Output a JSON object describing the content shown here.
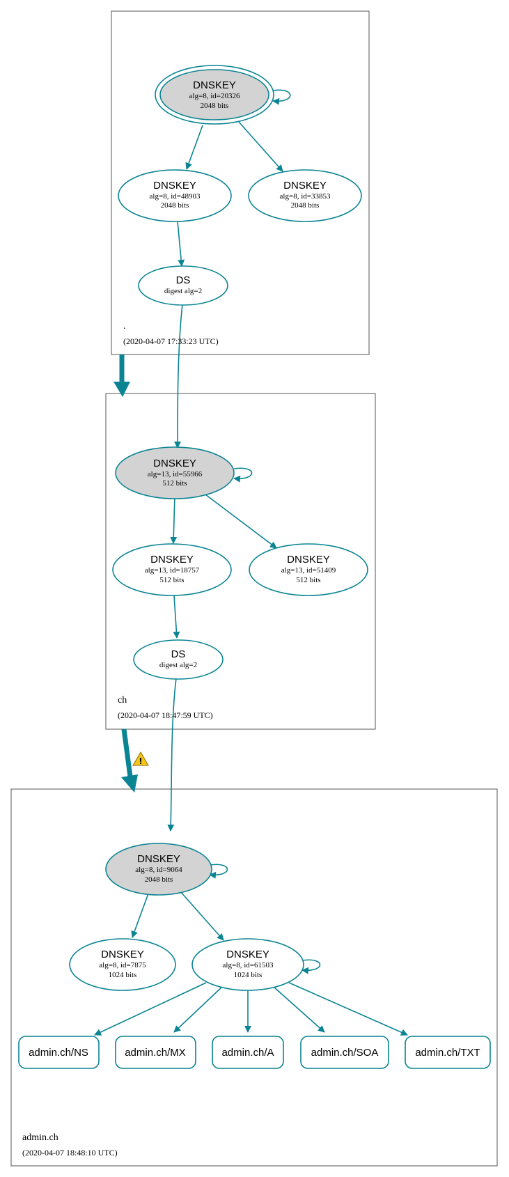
{
  "colors": {
    "edge": "#0a8493",
    "ksk_fill": "#d3d3d3",
    "node_fill": "#ffffff",
    "warning": "#f5c518"
  },
  "warning_icon": "warning-triangle-icon",
  "zones": [
    {
      "id": "root",
      "name": ".",
      "date": "(2020-04-07 17:33:23 UTC)",
      "nodes": [
        {
          "id": "r_ksk",
          "type": "DNSKEY",
          "line1": "alg=8, id=20326",
          "line2": "2048 bits",
          "ksk": true,
          "trust_anchor": true
        },
        {
          "id": "r_zsk1",
          "type": "DNSKEY",
          "line1": "alg=8, id=48903",
          "line2": "2048 bits"
        },
        {
          "id": "r_zsk2",
          "type": "DNSKEY",
          "line1": "alg=8, id=33853",
          "line2": "2048 bits"
        },
        {
          "id": "r_ds",
          "type": "DS",
          "line1": "digest alg=2",
          "line2": ""
        }
      ]
    },
    {
      "id": "ch",
      "name": "ch",
      "date": "(2020-04-07 18:47:59 UTC)",
      "nodes": [
        {
          "id": "c_ksk",
          "type": "DNSKEY",
          "line1": "alg=13, id=55966",
          "line2": "512 bits",
          "ksk": true
        },
        {
          "id": "c_zsk1",
          "type": "DNSKEY",
          "line1": "alg=13, id=18757",
          "line2": "512 bits"
        },
        {
          "id": "c_zsk2",
          "type": "DNSKEY",
          "line1": "alg=13, id=51409",
          "line2": "512 bits"
        },
        {
          "id": "c_ds",
          "type": "DS",
          "line1": "digest alg=2",
          "line2": ""
        }
      ]
    },
    {
      "id": "admin",
      "name": "admin.ch",
      "date": "(2020-04-07 18:48:10 UTC)",
      "nodes": [
        {
          "id": "a_ksk",
          "type": "DNSKEY",
          "line1": "alg=8, id=9064",
          "line2": "2048 bits",
          "ksk": true
        },
        {
          "id": "a_zsk1",
          "type": "DNSKEY",
          "line1": "alg=8, id=7875",
          "line2": "1024 bits"
        },
        {
          "id": "a_zsk2",
          "type": "DNSKEY",
          "line1": "alg=8, id=61503",
          "line2": "1024 bits"
        }
      ],
      "rrsets": [
        "admin.ch/NS",
        "admin.ch/MX",
        "admin.ch/A",
        "admin.ch/SOA",
        "admin.ch/TXT"
      ]
    }
  ],
  "edges": [
    [
      "r_ksk",
      "r_ksk"
    ],
    [
      "r_ksk",
      "r_zsk1"
    ],
    [
      "r_ksk",
      "r_zsk2"
    ],
    [
      "r_zsk1",
      "r_ds"
    ],
    [
      "r_ds",
      "c_ksk"
    ],
    [
      "c_ksk",
      "c_ksk"
    ],
    [
      "c_ksk",
      "c_zsk1"
    ],
    [
      "c_ksk",
      "c_zsk2"
    ],
    [
      "c_zsk1",
      "c_ds"
    ],
    [
      "c_ds",
      "a_ksk"
    ],
    [
      "a_ksk",
      "a_ksk"
    ],
    [
      "a_ksk",
      "a_zsk1"
    ],
    [
      "a_ksk",
      "a_zsk2"
    ],
    [
      "a_zsk2",
      "a_zsk2"
    ],
    [
      "a_zsk2",
      "admin.ch/NS"
    ],
    [
      "a_zsk2",
      "admin.ch/MX"
    ],
    [
      "a_zsk2",
      "admin.ch/A"
    ],
    [
      "a_zsk2",
      "admin.ch/SOA"
    ],
    [
      "a_zsk2",
      "admin.ch/TXT"
    ]
  ],
  "delegations": [
    {
      "from": "root",
      "to": "ch",
      "status": "secure"
    },
    {
      "from": "ch",
      "to": "admin",
      "status": "warning"
    }
  ]
}
